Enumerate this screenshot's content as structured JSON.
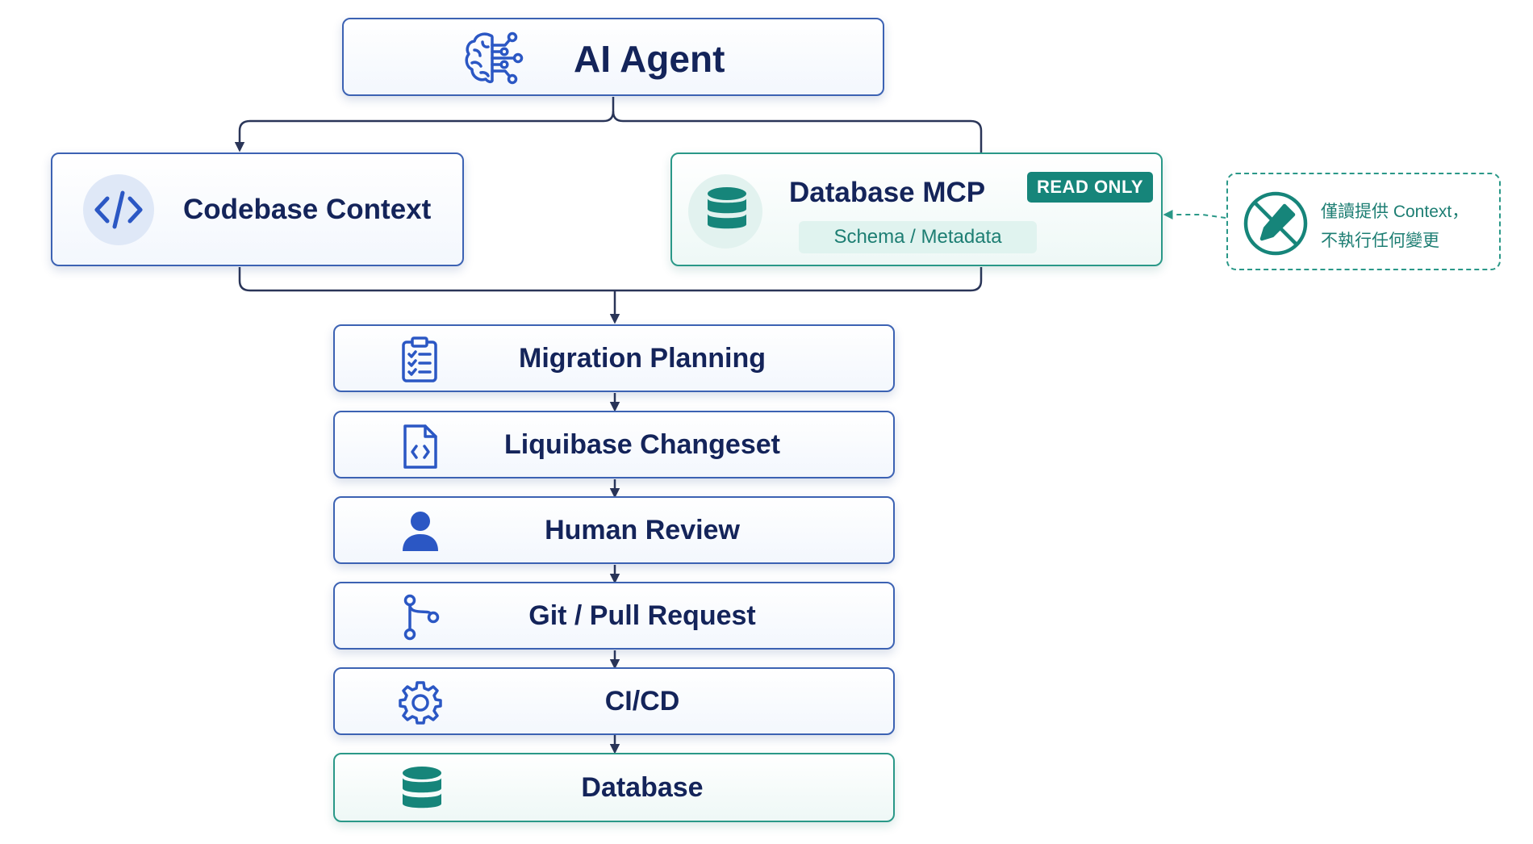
{
  "agent": {
    "title": "AI Agent",
    "icon": "brain-circuit-icon"
  },
  "codebase": {
    "title": "Codebase Context",
    "icon": "code-brackets-icon"
  },
  "database_mcp": {
    "title": "Database MCP",
    "badge": "READ ONLY",
    "subtitle": "Schema / Metadata",
    "icon": "database-icon"
  },
  "note": {
    "line1": "僅讀提供 Context，",
    "line2": "不執行任何變更",
    "icon": "no-edit-icon"
  },
  "steps": [
    {
      "label": "Migration Planning",
      "icon": "clipboard-checklist-icon"
    },
    {
      "label": "Liquibase Changeset",
      "icon": "code-file-icon"
    },
    {
      "label": "Human Review",
      "icon": "person-icon"
    },
    {
      "label": "Git / Pull Request",
      "icon": "git-branch-icon"
    },
    {
      "label": "CI/CD",
      "icon": "gear-icon"
    },
    {
      "label": "Database",
      "icon": "database-icon"
    }
  ],
  "colors": {
    "blue_border": "#3c62b3",
    "navy_text": "#14245a",
    "teal": "#2a9888",
    "teal_dark": "#16857a",
    "icon_blue": "#2b57c4"
  }
}
